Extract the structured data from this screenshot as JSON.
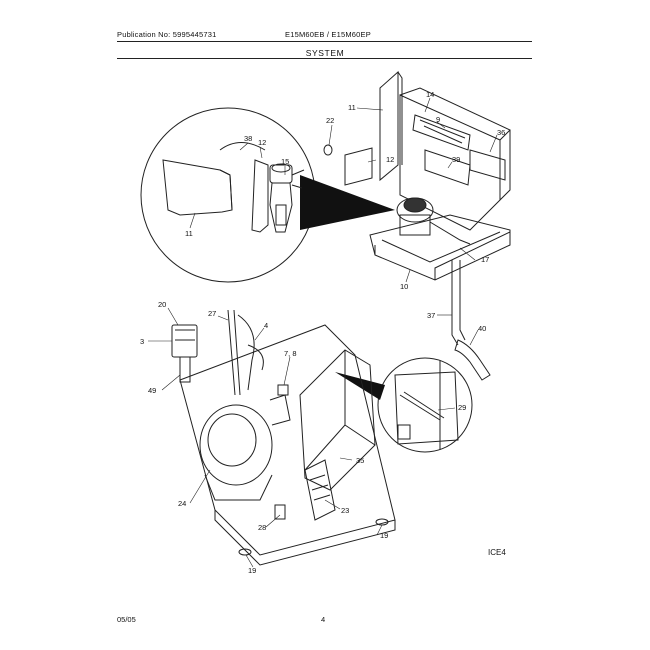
{
  "header": {
    "publication": "Publication No: 5995445731",
    "models": "E15M60EB / E15M60EP",
    "section_title": "SYSTEM"
  },
  "diagram": {
    "callouts": [
      "38",
      "12",
      "15",
      "11",
      "22",
      "11",
      "14",
      "9",
      "36",
      "12",
      "39",
      "17",
      "10",
      "37",
      "40",
      "20",
      "27",
      "4",
      "3",
      "7, 8",
      "49",
      "29",
      "35",
      "24",
      "28",
      "23",
      "19",
      "19"
    ],
    "drawing_code": "ICE4"
  },
  "footer": {
    "date": "05/05",
    "page": "4"
  }
}
